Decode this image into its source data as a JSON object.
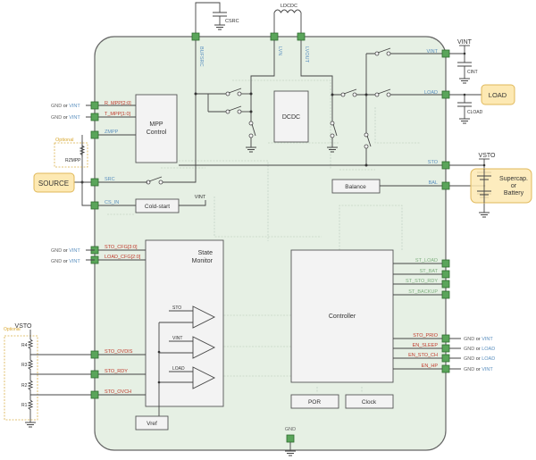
{
  "external": {
    "source": "SOURCE",
    "load": "LOAD",
    "storage": [
      "Supercap.",
      "or",
      "Battery"
    ],
    "optional": "Optional",
    "rzmpp": "RZMPP",
    "csrc": "CSRC",
    "ldcdc": "LDCDC",
    "cint": "CINT",
    "cload": "CLOAD",
    "vint_top": "VINT",
    "vsto_right": "VSTO",
    "vsto_left": "VSTO",
    "resistors": [
      "R4",
      "R3",
      "R2",
      "R1"
    ],
    "gnd_bottom": "GND",
    "coldstart_vint": "VINT"
  },
  "blocks": {
    "mpp": [
      "MPP",
      "Control"
    ],
    "dcdc": "DCDC",
    "coldstart": "Cold-start",
    "balance": "Balance",
    "state_monitor": [
      "State",
      "Monitor"
    ],
    "controller": "Controller",
    "por": "POR",
    "clock": "Clock",
    "vref": "Vref"
  },
  "comparators": [
    "STO",
    "VINT",
    "LOAD"
  ],
  "pins_top": [
    "BUFSRC",
    "LVN",
    "LVOUT"
  ],
  "pins_left": {
    "r_mpp": {
      "label": "R_MPP[2:0]",
      "tie_a": "GND",
      "or": "or",
      "tie_b": "VINT"
    },
    "t_mpp": {
      "label": "T_MPP[1:0]",
      "tie_a": "GND",
      "or": "or",
      "tie_b": "VINT"
    },
    "zmpp": "ZMPP",
    "src": "SRC",
    "cs_in": "CS_IN",
    "sto_cfg": {
      "label": "STO_CFG[3:0]",
      "tie_a": "GND",
      "or": "or",
      "tie_b": "VINT"
    },
    "load_cfg": {
      "label": "LOAD_CFG[2:0]",
      "tie_a": "GND",
      "or": "or",
      "tie_b": "VINT"
    },
    "sto_ovdis": "STO_OVDIS",
    "sto_rdy": "STO_RDY",
    "sto_ovch": "STO_OVCH"
  },
  "pins_right": {
    "vint": "VINT",
    "load": "LOAD",
    "sto": "STO",
    "bal": "BAL",
    "status": [
      "ST_LOAD",
      "ST_BAT",
      "ST_STO_RDY",
      "ST_BACKUP"
    ],
    "config": [
      {
        "label": "STO_PRIO",
        "tie_a": "GND",
        "or": "or",
        "tie_b": "VINT"
      },
      {
        "label": "EN_SLEEP",
        "tie_a": "GND",
        "or": "or",
        "tie_b": "LOAD"
      },
      {
        "label": "EN_STO_CH",
        "tie_a": "GND",
        "or": "or",
        "tie_b": "LOAD"
      },
      {
        "label": "EN_HP",
        "tie_a": "GND",
        "or": "or",
        "tie_b": "VINT"
      }
    ]
  },
  "colors": {
    "chip_bg": "#e6f0e4",
    "pin": "#5aa55a",
    "red_label": "#c0392b",
    "blue_label": "#5a8fbf",
    "ext_box": "#fde9b3"
  }
}
